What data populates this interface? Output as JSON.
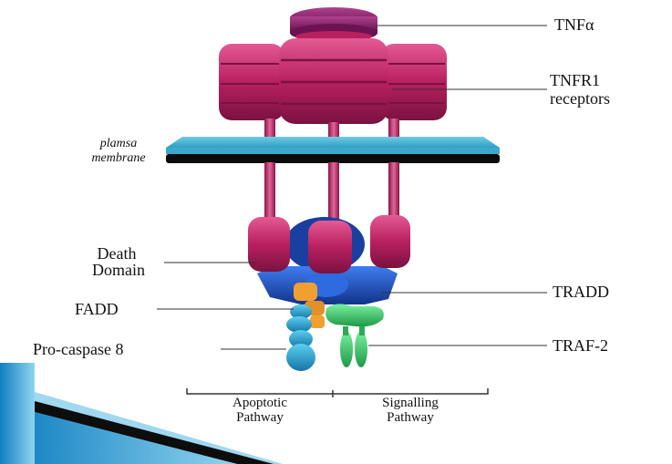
{
  "labels": {
    "tnf_alpha": "TNFα",
    "tnfr1_line1": "TNFR1",
    "tnfr1_line2": "receptors",
    "membrane_line1": "plamsa",
    "membrane_line2": "membrane",
    "death_line1": "Death",
    "death_line2": "Domain",
    "fadd": "FADD",
    "tradd": "TRADD",
    "procaspase": "Pro-caspase 8",
    "traf2": "TRAF-2",
    "apoptotic_line1": "Apoptotic",
    "apoptotic_line2": "Pathway",
    "signalling_line1": "Signalling",
    "signalling_line2": "Pathway"
  },
  "colors": {
    "receptor": "#b8205f",
    "receptor_light": "#e0588f",
    "tnf": "#8a1a6a",
    "membrane": "#47b6d6",
    "membrane_dark": "#0b0b0b",
    "tradd": "#1e55c8",
    "fadd": "#f0a030",
    "procaspase": "#2a9ec8",
    "traf2": "#3ec86a",
    "accent_stripe": "#1f9ad6"
  }
}
